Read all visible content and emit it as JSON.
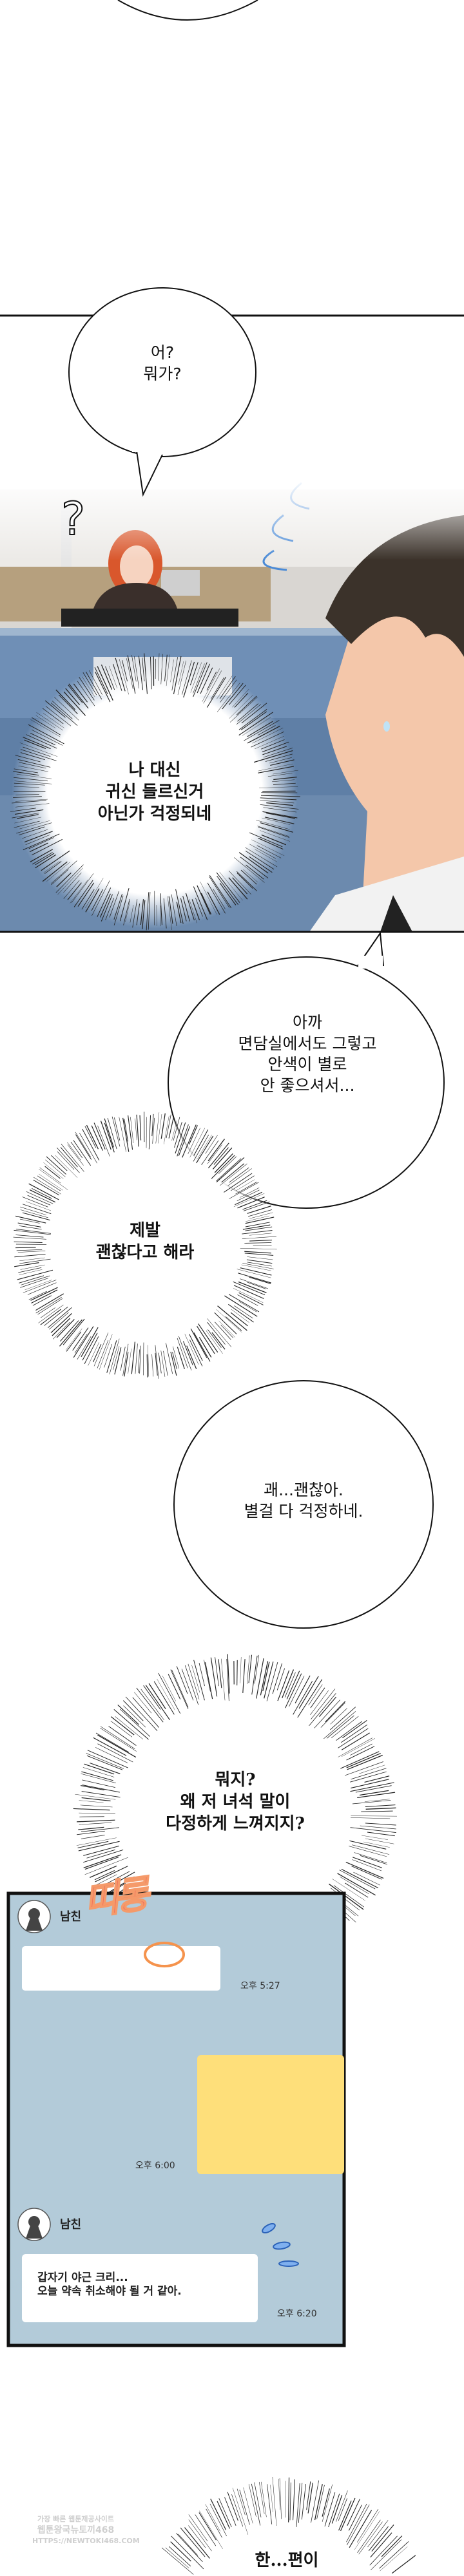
{
  "panel1": {
    "speech_top": [
      "어?",
      "뭐가?"
    ],
    "thought": [
      "나 대신",
      "귀신 들르신거",
      "아닌가 걱정되네"
    ]
  },
  "panel2": {
    "speech": [
      "아까",
      "면담실에서도 그렇고",
      "안색이 별로",
      "안 좋으셔서..."
    ],
    "thought": [
      "제발",
      "괜찮다고 해라"
    ]
  },
  "panel3": {
    "speech": [
      "괘...괜찮아.",
      "별걸 다 걱정하네."
    ],
    "thought": [
      "뭐지?",
      "왜 저 녀석 말이",
      "다정하게 느껴지지?"
    ]
  },
  "chat": {
    "sfx": "띠롱",
    "messages": [
      {
        "sender": "남친",
        "text": "",
        "time": "오후 5:27"
      },
      {
        "sender": "me",
        "text": "",
        "time": "오후 6:00"
      },
      {
        "sender": "남친",
        "text": [
          "갑자기 야근 크리...",
          "오늘 약속 취소해야 될 거 같아."
        ],
        "time": "오후 6:20"
      }
    ],
    "colors": {
      "background": "#b3cbd9",
      "incoming": "#ffffff",
      "outgoing": "#fedf7a",
      "sfx": "#f06a5a"
    }
  },
  "bottom_thought": [
    "한...편이"
  ],
  "watermark": [
    "가장 빠른 웹툰제공사이트",
    "웹툰왕국뉴토끼468",
    "HTTPS://NEWTOKI468.COM"
  ]
}
